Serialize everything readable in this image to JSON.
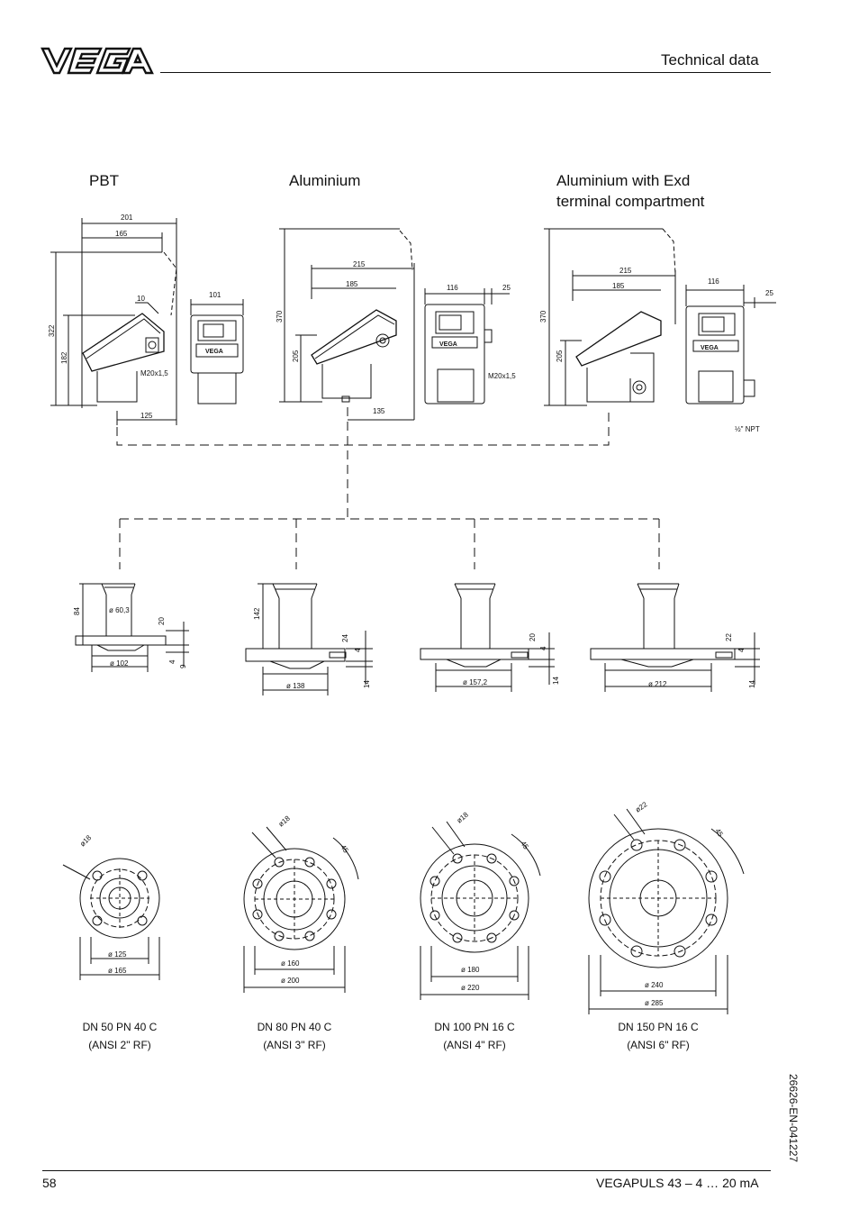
{
  "header": {
    "brand": "VEGA",
    "section_title": "Technical data"
  },
  "housings": {
    "pbt": "PBT",
    "aluminium": "Aluminium",
    "aluminium_exd_line1": "Aluminium with Exd",
    "aluminium_exd_line2": "terminal compartment"
  },
  "dims_housing": {
    "pbt": [
      "201",
      "165",
      "10",
      "322",
      "182",
      "125",
      "101",
      "M20x1,5"
    ],
    "alu": [
      "215",
      "185",
      "370",
      "205",
      "135",
      "116",
      "25",
      "M20x1,5"
    ],
    "exd": [
      "215",
      "185",
      "370",
      "205",
      "116",
      "25",
      "½\" NPT"
    ]
  },
  "dims_flange_side": {
    "f1": [
      "84",
      "ø 60,3",
      "20",
      "4",
      "9",
      "ø 102"
    ],
    "f2": [
      "142",
      "24",
      "4",
      "14",
      "ø 138"
    ],
    "f3": [
      "20",
      "4",
      "14",
      "ø 157,2"
    ],
    "f4": [
      "22",
      "4",
      "14",
      "ø 212"
    ]
  },
  "dims_flange_top": {
    "f1": [
      "ø18",
      "ø 125",
      "ø 165"
    ],
    "f2": [
      "ø18",
      "45",
      "ø 160",
      "ø 200"
    ],
    "f3": [
      "ø18",
      "45",
      "ø 180",
      "ø 220"
    ],
    "f4": [
      "ø22",
      "45",
      "ø 240",
      "ø 285"
    ]
  },
  "flanges": [
    {
      "line1": "DN 50 PN 40 C",
      "line2": "(ANSI 2\" RF)"
    },
    {
      "line1": "DN 80 PN 40 C",
      "line2": "(ANSI 3\" RF)"
    },
    {
      "line1": "DN 100 PN 16 C",
      "line2": "(ANSI 4\" RF)"
    },
    {
      "line1": "DN 150 PN 16 C",
      "line2": "(ANSI 6\" RF)"
    }
  ],
  "doc_number": "26626-EN-041227",
  "footer": {
    "page_number": "58",
    "product": "VEGAPULS 43 – 4 … 20 mA"
  }
}
